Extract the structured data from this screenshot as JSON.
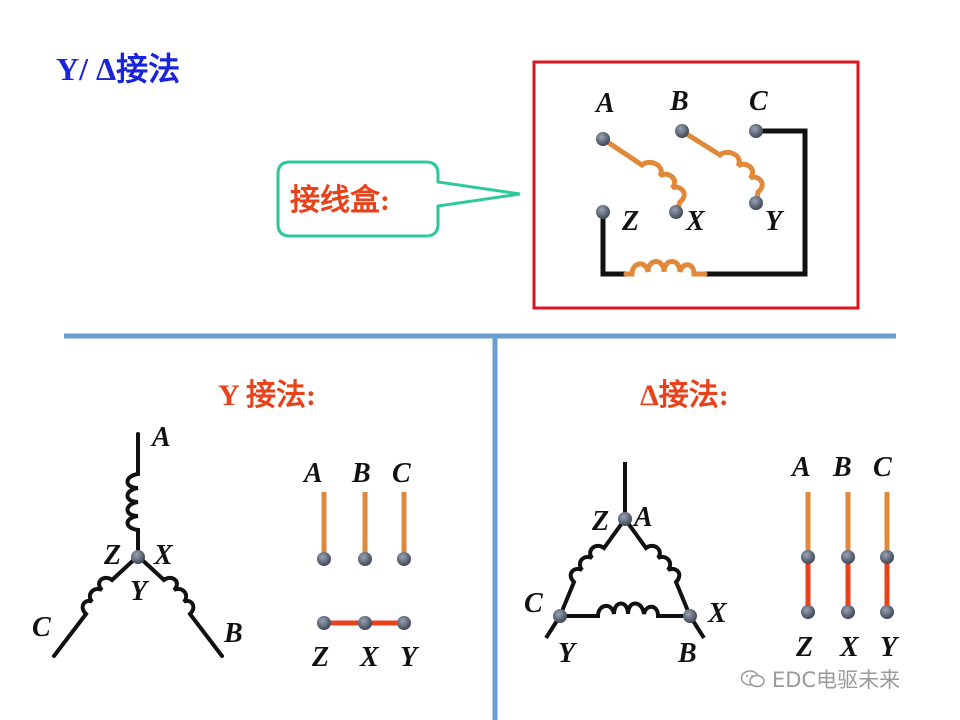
{
  "title": "Y/ Δ接法",
  "callout_label": "接线盒:",
  "y_section_title": "Y 接法:",
  "delta_section_title": "Δ接法:",
  "watermark": "EDC电驱未来",
  "terminal_box": {
    "top": [
      "A",
      "B",
      "C"
    ],
    "bottom": [
      "Z",
      "X",
      "Y"
    ]
  },
  "star_diagram": {
    "top": "A",
    "center_left": "Z",
    "center_right": "X",
    "center_below": "Y",
    "left": "C",
    "right": "B"
  },
  "star_terminals": {
    "top": [
      "A",
      "B",
      "C"
    ],
    "bottom": [
      "Z",
      "X",
      "Y"
    ]
  },
  "delta_diagram": {
    "top_left": "Z",
    "top_right": "A",
    "left": "C",
    "left_below": "Y",
    "right": "X",
    "right_below": "B"
  },
  "delta_terminals": {
    "top": [
      "A",
      "B",
      "C"
    ],
    "bottom": [
      "Z",
      "X",
      "Y"
    ]
  },
  "colors": {
    "title": "#1a24d8",
    "accent": "#e8421c",
    "coil": "#e0893a",
    "box_border": "#e0141e",
    "callout_border": "#2cc99a",
    "divider": "#6a9ed0",
    "node": "#4a5466"
  }
}
